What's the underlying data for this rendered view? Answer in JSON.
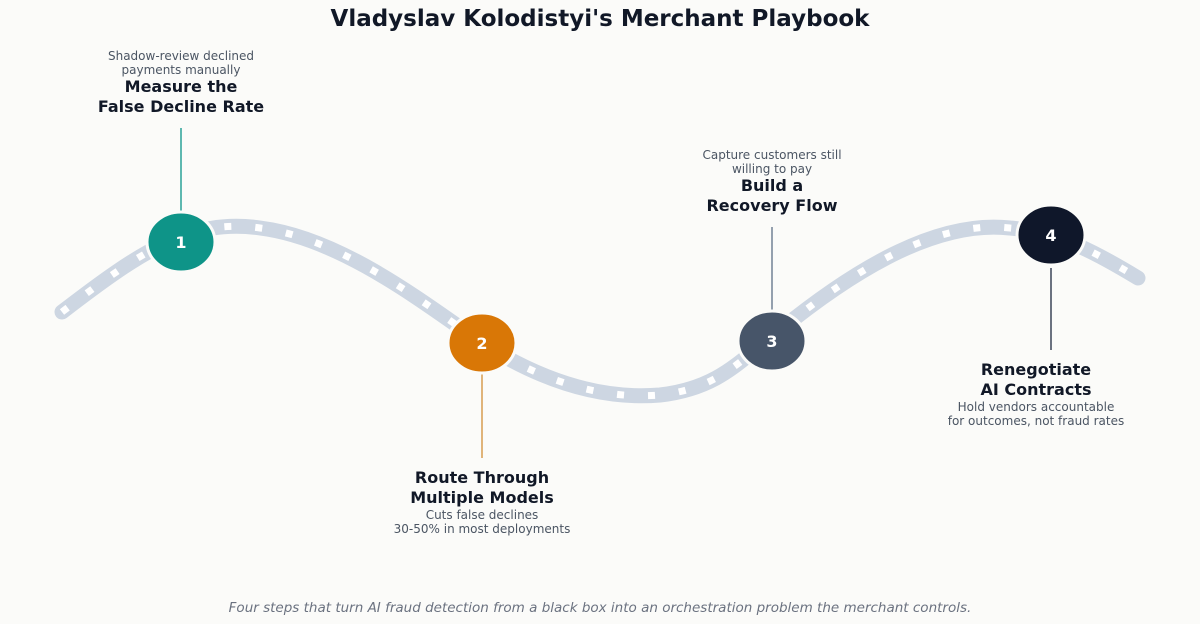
{
  "title": "Vladyslav Kolodistyi's Merchant Playbook",
  "caption": "Four steps that turn AI fraud detection from a black box into an orchestration problem the merchant controls.",
  "steps": [
    {
      "number": "1",
      "heading_1": "Measure the",
      "heading_2": "False Decline Rate",
      "desc_1": "Shadow-review declined",
      "desc_2": "payments manually",
      "color": "#0e9488",
      "line_color": "#5eb8b0"
    },
    {
      "number": "2",
      "heading_1": "Route Through",
      "heading_2": "Multiple Models",
      "desc_1": "Cuts false declines",
      "desc_2": "30-50% in most deployments",
      "color": "#d97706",
      "line_color": "#e0b47a"
    },
    {
      "number": "3",
      "heading_1": "Build a",
      "heading_2": "Recovery Flow",
      "desc_1": "Capture customers still",
      "desc_2": "willing to pay",
      "color": "#475569",
      "line_color": "#94a0ae"
    },
    {
      "number": "4",
      "heading_1": "Renegotiate",
      "heading_2": "AI Contracts",
      "desc_1": "Hold vendors accountable",
      "desc_2": "for outcomes, not fraud rates",
      "color": "#0f172a",
      "line_color": "#6b7280"
    }
  ],
  "colors": {
    "road": "#cdd6e2",
    "road_dash": "#ffffff"
  }
}
